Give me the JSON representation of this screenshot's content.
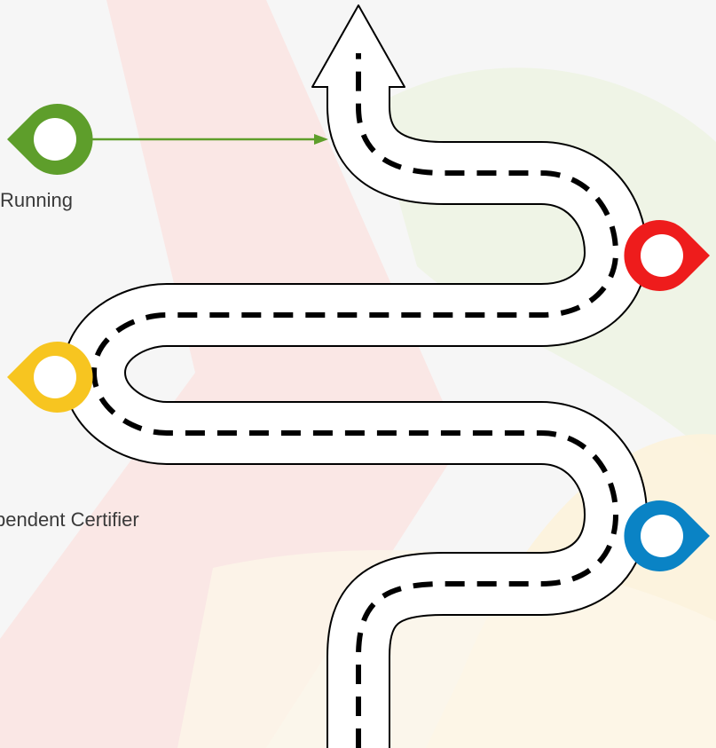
{
  "labels": {
    "running": "Running",
    "certifier": "pendent Certifier"
  },
  "colors": {
    "background": "#f6f6f6",
    "watermark_red": "#fbe3e1",
    "watermark_green": "#eef3e2",
    "watermark_yellow": "#fbf1dc",
    "road_fill": "#ffffff",
    "road_edge": "#000000",
    "arrow_line": "#5e9e2b",
    "pin_green": "#5e9e2b",
    "pin_red": "#ee1c1c",
    "pin_yellow": "#f7c520",
    "pin_blue": "#0a83c5"
  },
  "icons": {
    "road": "winding-road-arrow",
    "milestones": [
      "green-pin-icon",
      "red-pin-icon",
      "yellow-pin-icon",
      "blue-pin-icon"
    ]
  }
}
